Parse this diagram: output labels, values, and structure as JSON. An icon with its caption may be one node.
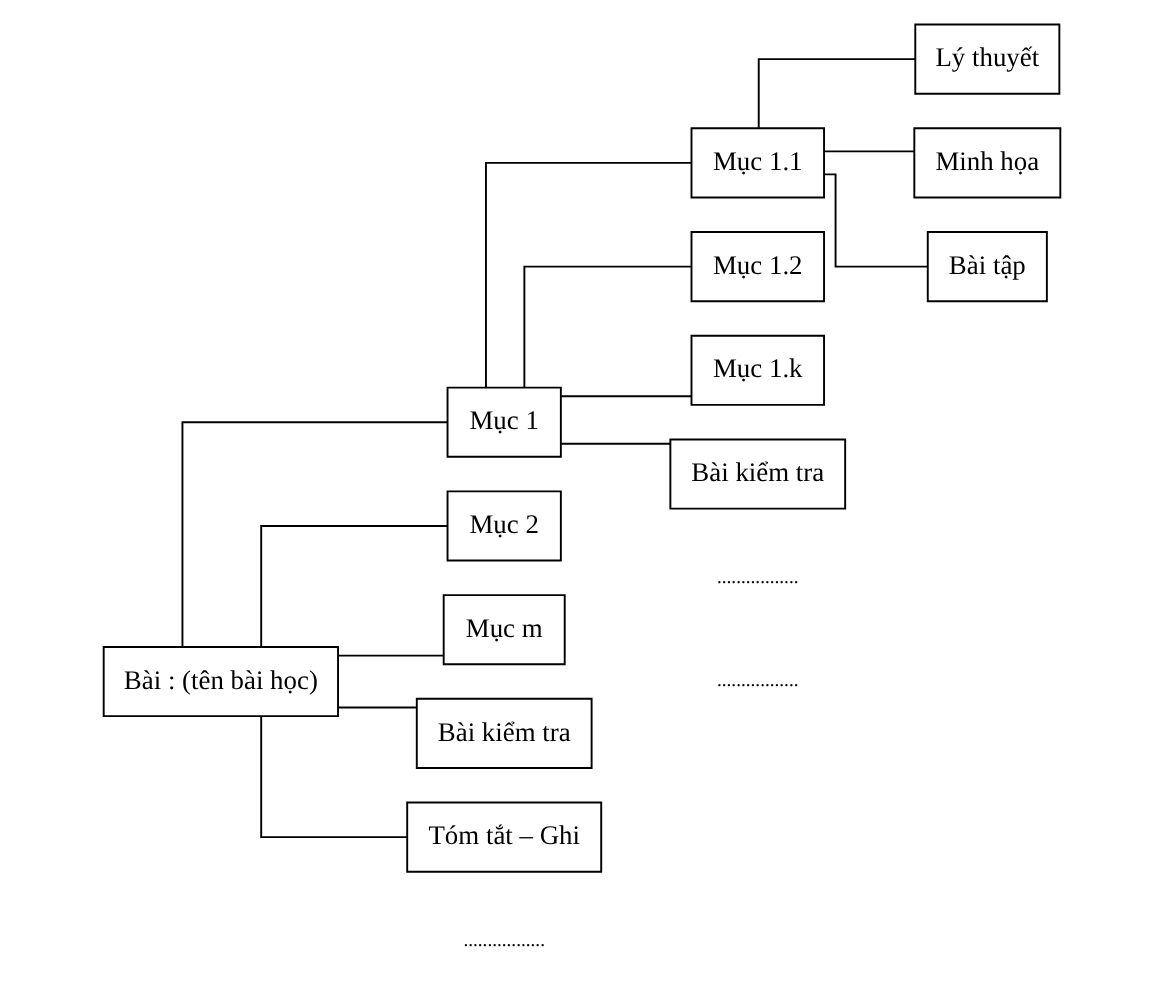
{
  "diagram": {
    "nodes": [
      {
        "text": [
          "Bài : (tên bài học)"
        ]
      },
      {
        "text": [
          "Mục 1"
        ]
      },
      {
        "text": [
          "Mục 1.1"
        ]
      },
      {
        "text": [
          "Lý thuyết"
        ]
      },
      {
        "text": [
          "Minh họa"
        ]
      },
      {
        "text": [
          "Bài tập"
        ]
      },
      {
        "text": [
          "Mục 2"
        ]
      },
      {
        "text": [
          "Mục 1.2"
        ]
      },
      {
        "text": [
          "Mục 1.k"
        ]
      },
      {
        "text": [
          "Mục m"
        ]
      },
      {
        "text": [
          "Bài kiểm tra"
        ]
      },
      {
        "text": [
          "Bài kiểm tra"
        ]
      },
      {
        "text": [
          "Tóm tắt – Ghi"
        ]
      }
    ],
    "edges": [
      {
        "from": 0,
        "to": 1,
        "arrow": "none"
      },
      {
        "from": 0,
        "to": 6,
        "arrow": "none"
      },
      {
        "from": 0,
        "to": 9,
        "arrow": "none"
      },
      {
        "from": 0,
        "to": 11,
        "arrow": "none"
      },
      {
        "from": 0,
        "to": 12,
        "arrow": "none"
      },
      {
        "from": 1,
        "to": 2,
        "arrow": "none"
      },
      {
        "from": 1,
        "to": 7,
        "arrow": "none"
      },
      {
        "from": 1,
        "to": 8,
        "arrow": "none"
      },
      {
        "from": 1,
        "to": 10,
        "arrow": "none"
      },
      {
        "from": 2,
        "to": 3,
        "arrow": "none"
      },
      {
        "from": 2,
        "to": 4,
        "arrow": "none"
      },
      {
        "from": 2,
        "to": 5,
        "arrow": "none"
      }
    ],
    "labels": [
      ".................",
      ".................",
      "................."
    ]
  }
}
